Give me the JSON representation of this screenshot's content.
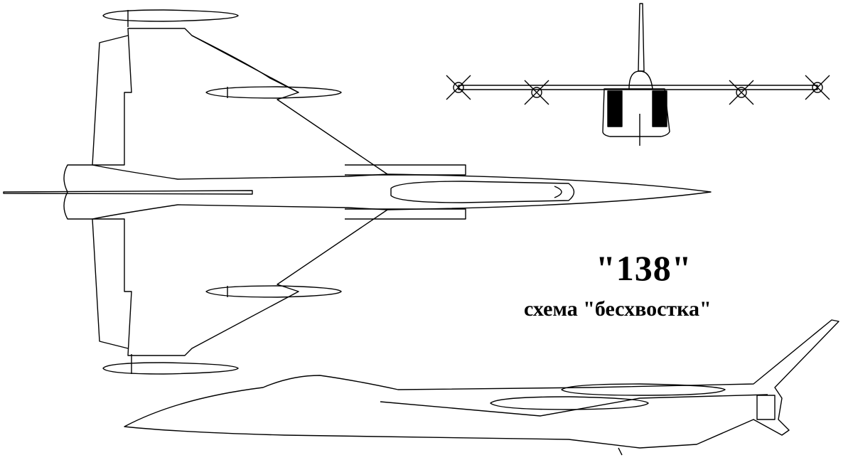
{
  "title": "\"138\"",
  "subtitle": "схема \"бесхвостка\"",
  "views": [
    "top-view",
    "front-view",
    "side-view"
  ]
}
